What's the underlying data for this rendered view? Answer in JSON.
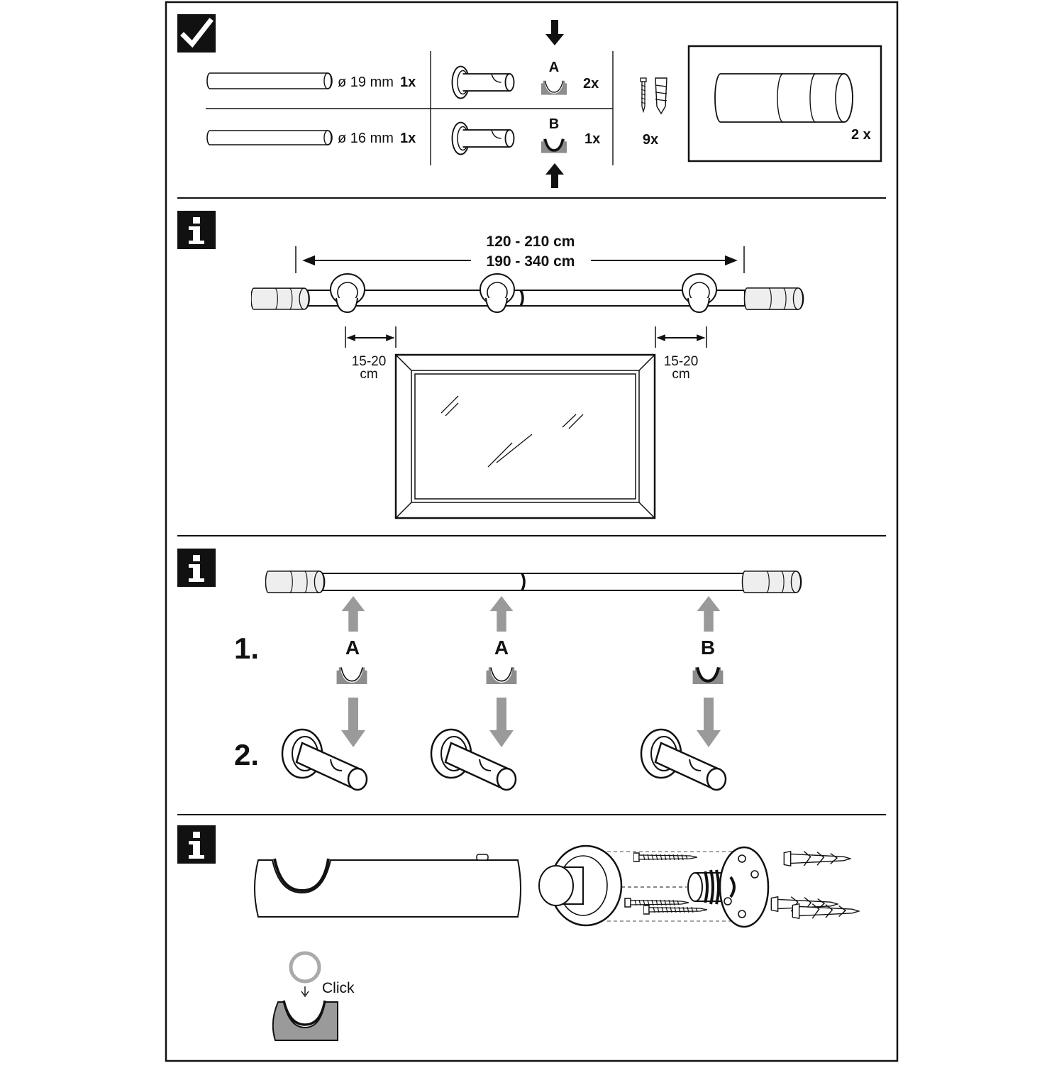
{
  "colors": {
    "ink": "#111111",
    "grey": "#9a9a9a",
    "mid": "#bdbdbd",
    "light": "#e6e6e6",
    "paper": "#ffffff"
  },
  "contents": {
    "check_icon": "check-icon",
    "rod_large": {
      "diameter": "ø 19 mm",
      "qty": "1x"
    },
    "rod_small": {
      "diameter": "ø 16 mm",
      "qty": "1x"
    },
    "insert_a": {
      "label": "A",
      "qty": "2x"
    },
    "insert_b": {
      "label": "B",
      "qty": "1x"
    },
    "screws_qty": "9x",
    "end_cap_qty": "2 x"
  },
  "measure": {
    "info_icon": "info-icon",
    "range_short": "120 - 210 cm",
    "range_long": "190 - 340 cm",
    "overhang_left": [
      "15-20",
      "cm"
    ],
    "overhang_right": [
      "15-20",
      "cm"
    ]
  },
  "assembly": {
    "info_icon": "info-icon",
    "step1": "1.",
    "step2": "2.",
    "inserts": [
      "A",
      "A",
      "B"
    ]
  },
  "detail": {
    "info_icon": "info-icon",
    "click_label": "Click"
  }
}
